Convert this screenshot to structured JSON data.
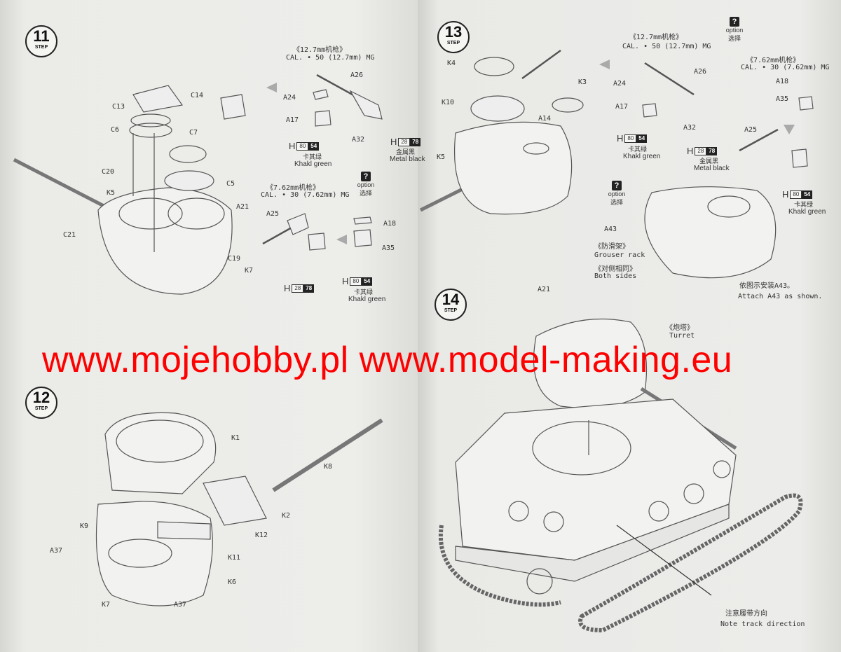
{
  "watermark": "www.mojehobby.pl www.model-making.eu",
  "step_label": "STEP",
  "steps": {
    "s11": "11",
    "s12": "12",
    "s13": "13",
    "s14": "14"
  },
  "option": {
    "icon": "?",
    "en": "option",
    "cn": "选择"
  },
  "mg": {
    "cal50_cn": "《12.7mm机枪》",
    "cal50_en": "CAL. • 50 (12.7mm) MG",
    "cal30_cn": "《7.62mm机枪》",
    "cal30_en": "CAL. • 30 (7.62mm) MG"
  },
  "paints": {
    "h": "H",
    "khaki": {
      "code": "80",
      "fs": "54",
      "cn": "卡其绿",
      "en": "Khakl green"
    },
    "metal": {
      "code": "28",
      "fs": "78",
      "cn": "金属黑",
      "en": "Metal black"
    }
  },
  "step11_parts": [
    "C14",
    "C13",
    "C6",
    "C7",
    "C20",
    "C5",
    "K5",
    "A21",
    "C21",
    "C19",
    "K7",
    "A26",
    "A24",
    "A17",
    "A32",
    "A25",
    "A18",
    "A35"
  ],
  "step12_parts": [
    "K1",
    "K8",
    "K2",
    "K9",
    "K12",
    "A37",
    "K11",
    "K6",
    "K7",
    "A37"
  ],
  "step13_parts": [
    "K4",
    "K3",
    "K10",
    "A14",
    "K5",
    "A26",
    "A24",
    "A17",
    "A32",
    "A18",
    "A35",
    "A25",
    "A43"
  ],
  "step13_notes": {
    "grouser_cn": "《防滑架》",
    "grouser_en": "Grouser rack",
    "both_cn": "《对侧相同》",
    "both_en": "Both sides",
    "attach_cn": "依图示安装A43。",
    "attach_en": "Attach A43 as shown."
  },
  "step14": {
    "part": "A21",
    "turret_cn": "《炮塔》",
    "turret_en": "Turret",
    "track_cn": "注意履带方向",
    "track_en": "Note track direction"
  },
  "colors": {
    "watermark": "#ff0000",
    "paper": "#ececea"
  }
}
